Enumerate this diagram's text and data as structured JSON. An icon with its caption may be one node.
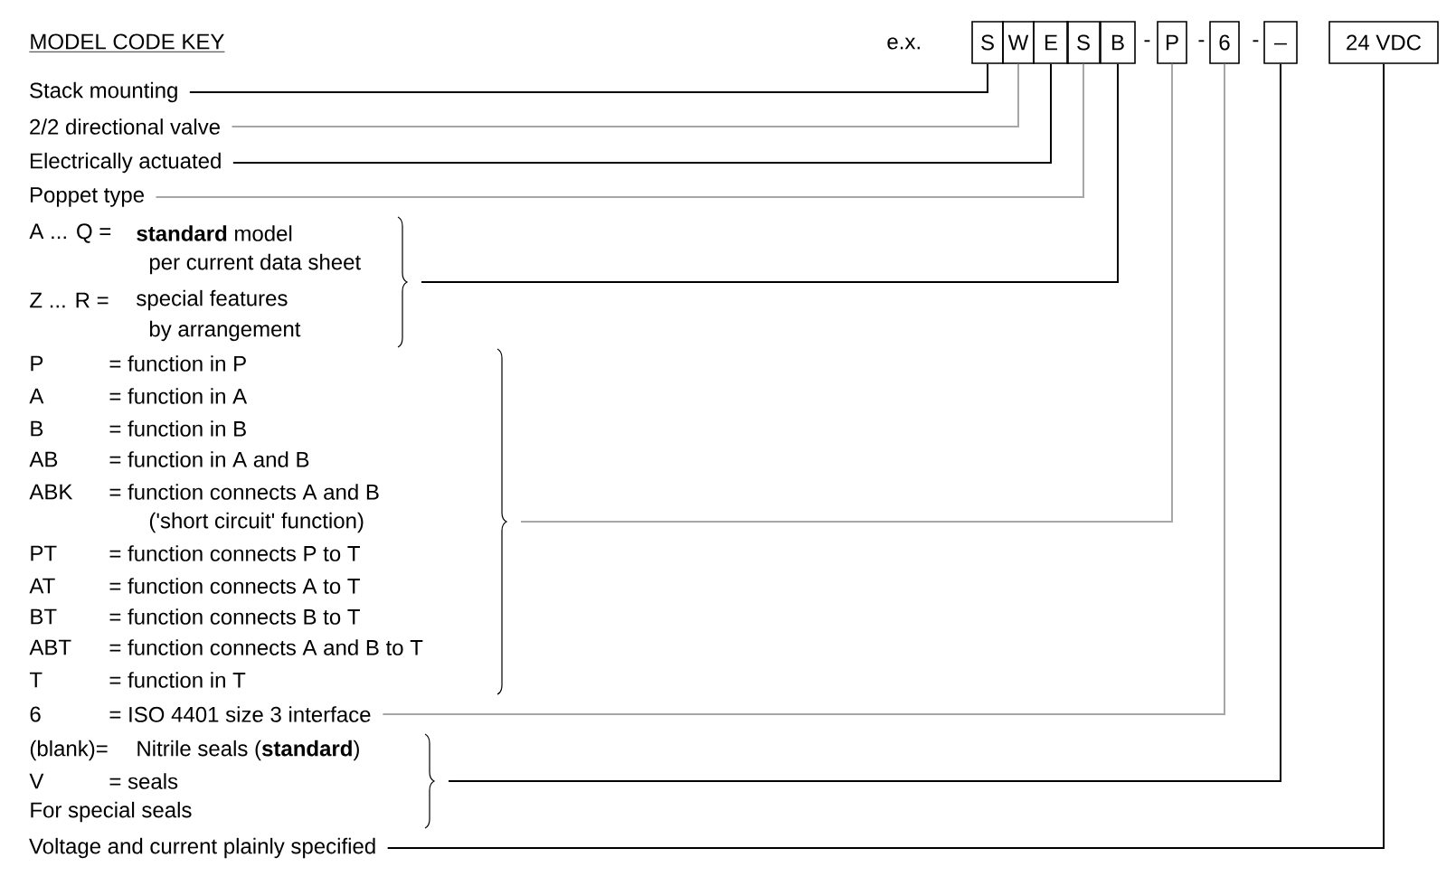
{
  "diagram": {
    "title": "MODEL CODE KEY",
    "nodes": [
      {
        "text": [
          "S"
        ]
      },
      {
        "text": [
          "W"
        ]
      },
      {
        "text": [
          "E"
        ]
      },
      {
        "text": [
          "S"
        ]
      },
      {
        "text": [
          "B"
        ]
      },
      {
        "text": [
          "P"
        ]
      },
      {
        "text": [
          "6"
        ]
      },
      {
        "text": [
          "_"
        ]
      },
      {
        "text": [
          "24 VDC"
        ]
      },
      {
        "text": [
          "Stack mounting"
        ]
      },
      {
        "text": [
          "2/2 directional valve"
        ]
      },
      {
        "text": [
          "Electrically actuated"
        ]
      },
      {
        "text": [
          "Poppet type"
        ]
      },
      {
        "text": [
          "A ... Q =",
          "**standard** model",
          "per current data sheet",
          "Z ... R =",
          "special features",
          "by arrangement"
        ]
      },
      {
        "text": [
          "P",
          "= function in P",
          "A",
          "= function in A",
          "B",
          "= function in B",
          "AB",
          "= function in A and B",
          "ABK",
          "= function connects A and B",
          "('short circuit' function)",
          "PT",
          "= function connects P to T",
          "AT",
          "= function connects A to T",
          "BT",
          "= function connects B to T",
          "ABT",
          "= function connects A and B to T",
          "T",
          "= function in T"
        ]
      },
      {
        "text": [
          "6",
          "= ISO 4401 size 3 interface"
        ]
      },
      {
        "text": [
          "(blank)=",
          "Nitrile seals (**standard**)",
          "V",
          "= seals",
          "For special seals"
        ]
      },
      {
        "text": [
          "Voltage and current plainly specified"
        ]
      }
    ],
    "edges": [
      {
        "from": 9,
        "to": 0,
        "arrow": "none"
      },
      {
        "from": 10,
        "to": 1,
        "arrow": "none",
        "color": "#a6a6a6"
      },
      {
        "from": 11,
        "to": 2,
        "arrow": "none"
      },
      {
        "from": 12,
        "to": 3,
        "arrow": "none",
        "color": "#a6a6a6"
      },
      {
        "from": 13,
        "to": 4,
        "arrow": "none"
      },
      {
        "from": 14,
        "to": 5,
        "arrow": "none",
        "color": "#a6a6a6"
      },
      {
        "from": 15,
        "to": 6,
        "arrow": "none",
        "color": "#a6a6a6"
      },
      {
        "from": 16,
        "to": 7,
        "arrow": "none"
      },
      {
        "from": 17,
        "to": 8,
        "arrow": "none"
      }
    ],
    "labels": [
      "e.x.",
      "-",
      "-",
      "-"
    ]
  }
}
